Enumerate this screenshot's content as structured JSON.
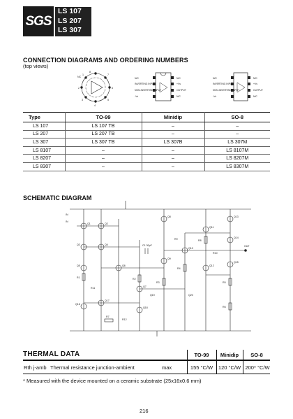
{
  "header": {
    "logo_text": "SGS",
    "part_numbers": [
      "LS 107",
      "LS 207",
      "LS 307"
    ]
  },
  "connection": {
    "title": "CONNECTION DIAGRAMS AND ORDERING NUMBERS",
    "subtitle": "(top views)",
    "to99_pins": [
      "NC",
      "1",
      "2",
      "3",
      "4",
      "5",
      "6",
      "7",
      "8"
    ],
    "dip_left_labels": [
      "N/C",
      "INVERTING INPUT",
      "NON-INVERTING INPUT",
      "-Vs"
    ],
    "dip_right_labels": [
      "N/C",
      "+Vs",
      "OUTPUT",
      "N/C"
    ],
    "dip_pins_left": [
      "1",
      "2",
      "3",
      "4"
    ],
    "dip_pins_right": [
      "8",
      "7",
      "6",
      "5"
    ]
  },
  "ordering_table": {
    "headers": [
      "Type",
      "TO-99",
      "Minidip",
      "SO-8"
    ],
    "rows": [
      [
        "LS 107",
        "LS 107 TB",
        "–",
        "–"
      ],
      [
        "LS 207",
        "LS 207 TB",
        "–",
        "–"
      ],
      [
        "LS 307",
        "LS 307 TB",
        "LS 307B",
        "LS 307M"
      ],
      [
        "LS 8107",
        "–",
        "–",
        "LS 8107M"
      ],
      [
        "LS 8207",
        "–",
        "–",
        "LS 8207M"
      ],
      [
        "LS 8307",
        "–",
        "–",
        "LS 8307M"
      ]
    ]
  },
  "schematic": {
    "title": "SCHEMATIC DIAGRAM",
    "labels": [
      "IN",
      "IN",
      "OUT",
      "C1 30pF",
      "Q1",
      "Q2",
      "Q3",
      "Q4",
      "Q5",
      "Q6",
      "Q7",
      "Q8",
      "Q9",
      "Q10",
      "Q11",
      "Q12",
      "Q13",
      "Q14",
      "Q15",
      "Q16",
      "Q17",
      "Q18",
      "Q19",
      "Q20",
      "R1",
      "R2",
      "R3",
      "R4",
      "R5",
      "R6",
      "R7",
      "R8",
      "R9",
      "R10",
      "R11",
      "R12"
    ]
  },
  "thermal": {
    "title": "THERMAL DATA",
    "columns": [
      "TO-99",
      "Minidip",
      "SO-8"
    ],
    "symbol": "Rth j-amb",
    "description": "Thermal resistance junction-ambient",
    "condition": "max",
    "values": [
      "155 °C/W",
      "120 °C/W",
      "200* °C/W"
    ],
    "note": "* Measured with the device mounted on a ceramic substrate (25x16x0.6 mm)"
  },
  "page_number": "216"
}
